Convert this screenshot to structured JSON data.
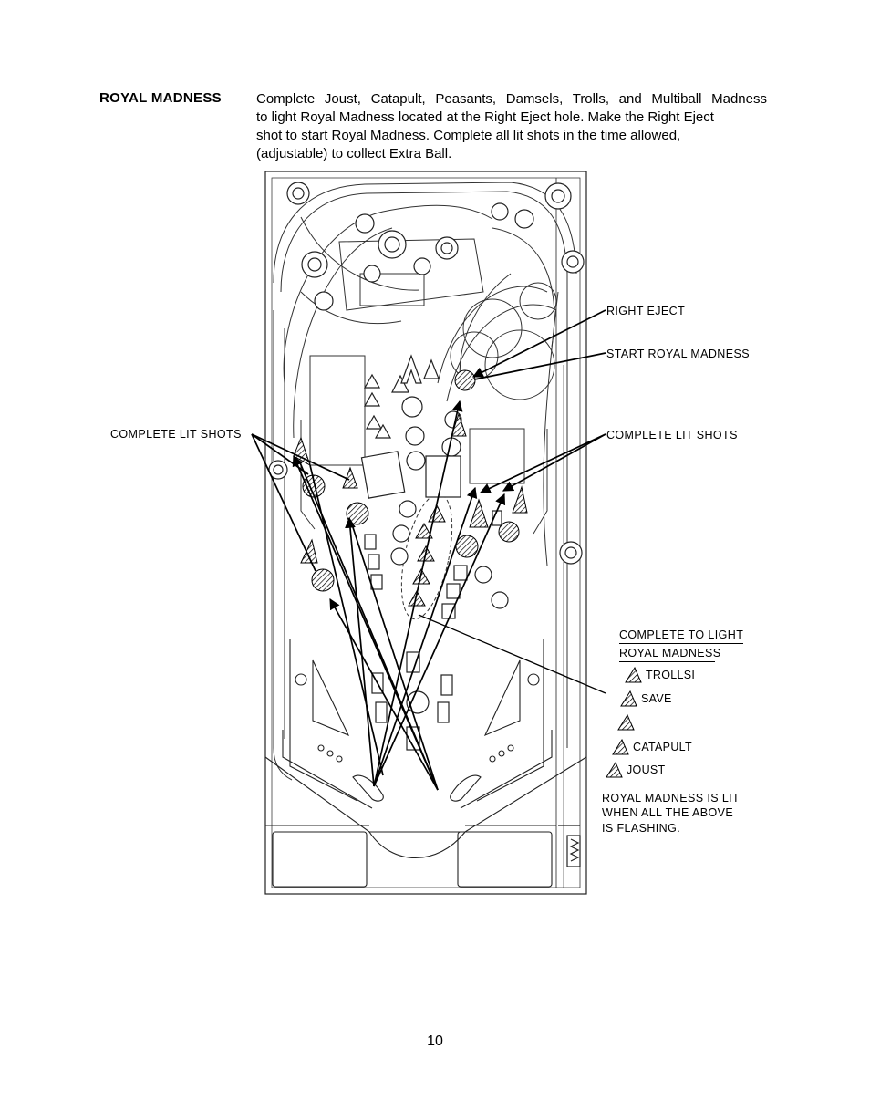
{
  "section": {
    "heading": "ROYAL  MADNESS",
    "lines": [
      "Complete Joust, Catapult, Peasants, Damsels, Trolls, and Multiball Madness",
      "to light Royal Madness located at the Right Eject hole. Make the Right Eject",
      "shot to start Royal Madness. Complete all lit shots in the time allowed,",
      "(adjustable) to collect Extra Ball."
    ]
  },
  "callouts": {
    "right_eject": "RIGHT  EJECT",
    "start_royal": "START  ROYAL  MADNESS",
    "complete_left": "COMPLETE  LIT  SHOTS",
    "complete_right": "COMPLETE  LIT  SHOTS"
  },
  "legend": {
    "title_line1": "COMPLETE  TO  LIGHT",
    "title_line2": "ROYAL  MADNESS",
    "items": [
      "TROLLSI",
      "SAVE",
      "",
      "CATAPULT",
      "JOUST"
    ],
    "note_lines": [
      "ROYAL  MADNESS  IS  LIT",
      "WHEN  ALL  THE  ABOVE",
      "IS  FLASHING."
    ]
  },
  "page_number": "10"
}
